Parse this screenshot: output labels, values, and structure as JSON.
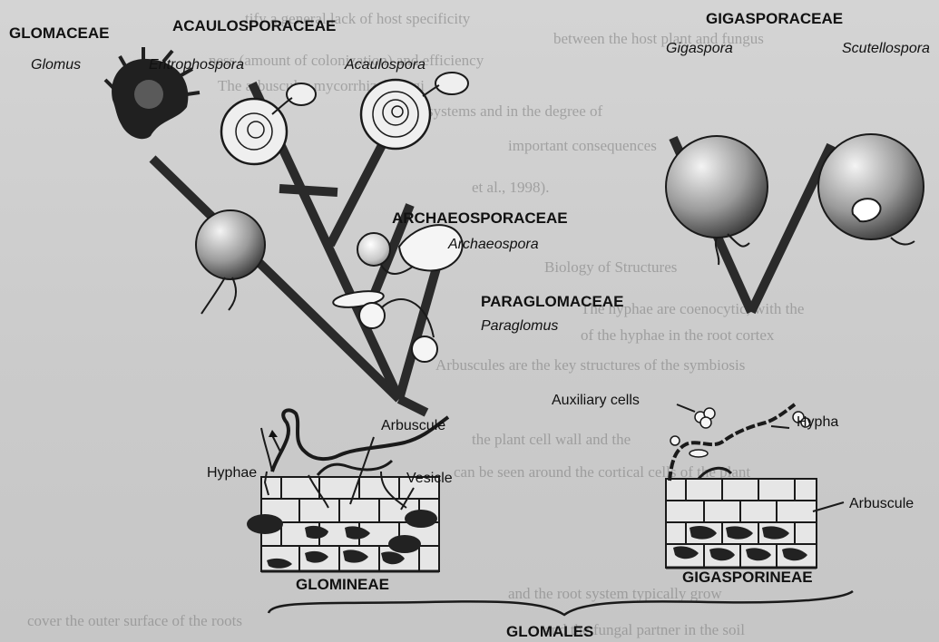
{
  "families": {
    "glomaceae": "GLOMACEAE",
    "acaulosporaceae": "ACAULOSPORACEAE",
    "gigasporaceae": "GIGASPORACEAE",
    "archaeosporaceae": "ARCHAEOSPORACEAE",
    "paraglomaceae": "PARAGLOMACEAE"
  },
  "genera": {
    "glomus": "Glomus",
    "entrophospora": "Entrophospora",
    "acaulospora": "Acaulospora",
    "gigaspora": "Gigaspora",
    "scutellospora": "Scutellospora",
    "archaeospora": "Archaeospora",
    "paraglomus": "Paraglomus"
  },
  "structure_labels": {
    "hyphae": "Hyphae",
    "arbuscule_left": "Arbuscule",
    "vesicle": "Vesicle",
    "auxiliary_cells": "Auxiliary cells",
    "hypha": "Hypha",
    "arbuscule_right": "Arbuscule"
  },
  "suborders": {
    "glomineae": "GLOMINEAE",
    "gigasporineae": "GIGASPORINEAE"
  },
  "order": "GLOMALES",
  "background_text": [
    "tify a general lack of host specificity",
    "between the host plant and fungus",
    "ness (amount of colonization) and efficiency",
    "The arbuscular mycorrhizal fungi",
    "in ecosystems and in the degree of",
    "important consequences",
    "et al., 1998).",
    "Biology of Structures",
    "The hyphae are coenocytic, with the",
    "of the hyphae in the root cortex",
    "Arbuscules are the key structures of the symbiosis",
    "the plant cell wall and the",
    "can be seen around the cortical cells of the plant",
    "and the root system typically grow",
    "cover the outer surface of the roots",
    "and the fungal partner in the soil"
  ],
  "colors": {
    "background": "#cfcfcf",
    "ink": "#111111",
    "stem": "#2a2a2a"
  }
}
